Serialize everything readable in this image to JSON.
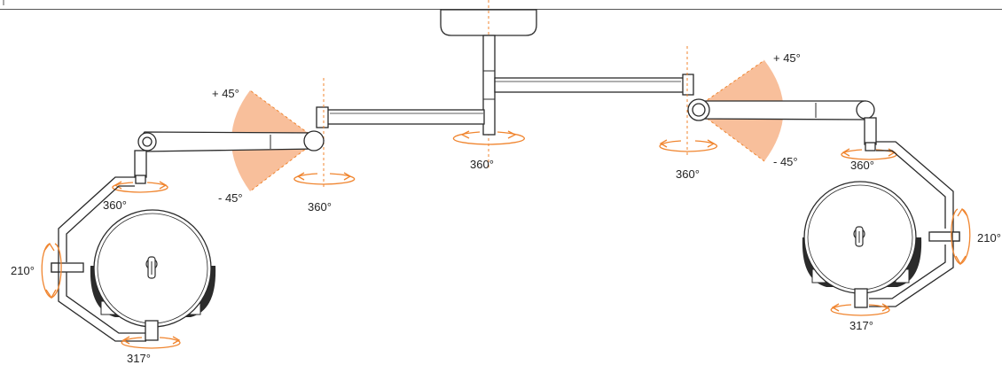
{
  "colors": {
    "accent": "#f0852f",
    "sector_fill": "#f7b48a",
    "line": "#2a2a2a",
    "head_dark": "#2b2b2b"
  },
  "labels": {
    "center_360": "360°",
    "left_plus45": "+ 45°",
    "left_minus45": "- 45°",
    "left_joint_360": "360°",
    "left_yoke_360": "360°",
    "left_210": "210°",
    "left_317": "317°",
    "right_plus45": "+ 45°",
    "right_minus45": "- 45°",
    "right_joint_360": "360°",
    "right_yoke_360": "360°",
    "right_210": "210°",
    "right_317": "317°"
  }
}
